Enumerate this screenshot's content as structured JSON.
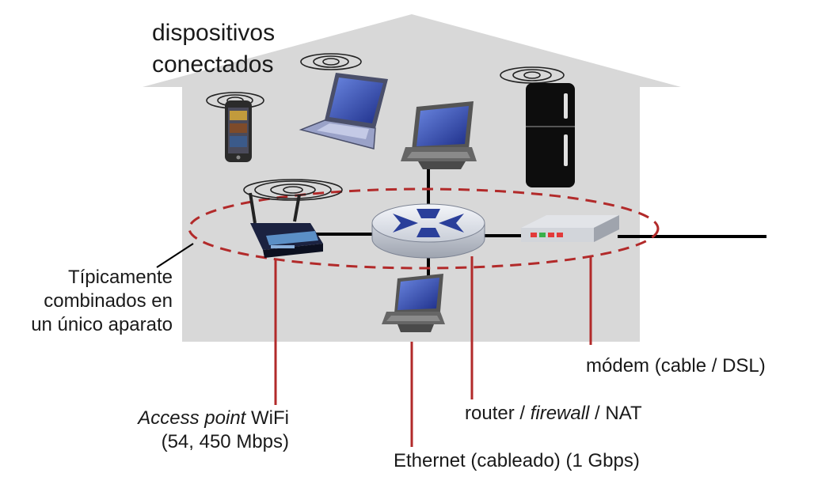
{
  "title": {
    "line1": "dispositivos",
    "line2": "conectados"
  },
  "note": {
    "line1": "Típicamente",
    "line2": "combinados en",
    "line3": "un único aparato"
  },
  "labels": {
    "access_point": {
      "italic": "Access point",
      "rest": " WiFi",
      "line2": "(54, 450 Mbps)"
    },
    "router": {
      "pre": "router / ",
      "italic": "firewall",
      "post": " / NAT"
    },
    "ethernet": "Ethernet (cableado) (1 Gbps)",
    "modem": "módem (cable / DSL)"
  },
  "colors": {
    "house": "#d8d8d8",
    "callout": "#b22a2a",
    "dashed_ring": "#b22a2a",
    "wire": "#000000",
    "screen": "#3a52b8"
  },
  "icons": [
    "house-shape",
    "smartphone-icon",
    "laptop-icon",
    "desktop-icon",
    "fridge-icon",
    "wifi-router-icon",
    "router-icon",
    "modem-icon",
    "wifi-signal-icon"
  ]
}
